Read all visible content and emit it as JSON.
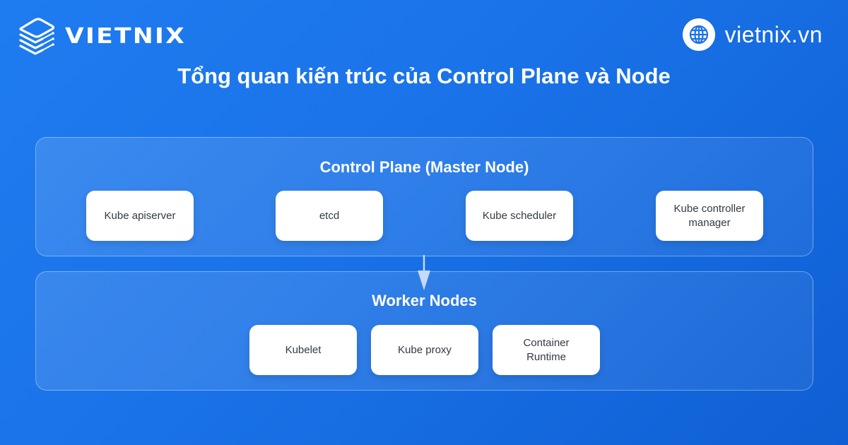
{
  "brand": {
    "logo_text": "VIETNIX",
    "logo_icon": "server-stack-icon",
    "website": "vietnix.vn",
    "website_icon": "globe-icon"
  },
  "title": "Tổng quan kiến trúc của Control Plane và Node",
  "colors": {
    "background_start": "#1f7cf0",
    "background_end": "#0f5fd3",
    "card_bg": "#ffffff",
    "card_text": "#333a44",
    "arrow": "#c5d9fb"
  },
  "diagram": {
    "control_plane": {
      "title": "Control Plane (Master Node)",
      "components": [
        {
          "label": "Kube apiserver"
        },
        {
          "label": "etcd"
        },
        {
          "label": "Kube scheduler"
        },
        {
          "label": "Kube controller manager"
        }
      ]
    },
    "connector": {
      "from": "control_plane",
      "to": "worker_nodes",
      "type": "arrow-down"
    },
    "worker_nodes": {
      "title": "Worker Nodes",
      "components": [
        {
          "label": "Kubelet"
        },
        {
          "label": "Kube proxy"
        },
        {
          "label": "Container Runtime"
        }
      ]
    }
  }
}
